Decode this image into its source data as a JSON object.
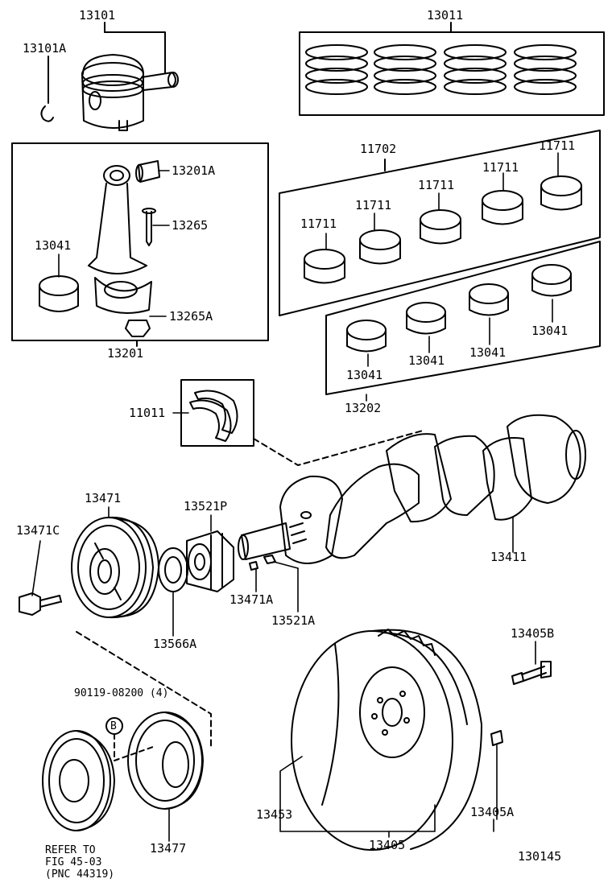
{
  "labels": {
    "l13101": "13101",
    "l13101A": "13101A",
    "l13011": "13011",
    "l13201A": "13201A",
    "l13265": "13265",
    "l13041a": "13041",
    "l13265A": "13265A",
    "l13201": "13201",
    "l11702": "11702",
    "l11711a": "11711",
    "l11711b": "11711",
    "l11711c": "11711",
    "l11711d": "11711",
    "l11711e": "11711",
    "l13041b": "13041",
    "l13041c": "13041",
    "l13041d": "13041",
    "l13041e": "13041",
    "l13202": "13202",
    "l11011": "11011",
    "l13471": "13471",
    "l13521P": "13521P",
    "l13471C": "13471C",
    "l13411": "13411",
    "l13471A": "13471A",
    "l13566A": "13566A",
    "l13521A": "13521A",
    "l13405B": "13405B",
    "l90119": "90119-08200 (4)",
    "lB": "B",
    "l13453": "13453",
    "l13405A": "13405A",
    "l13477": "13477",
    "l13405": "13405",
    "l130145": "130145"
  },
  "note": {
    "line1": "REFER TO",
    "line2": "FIG 45-03",
    "line3": "(PNC 44319)"
  }
}
